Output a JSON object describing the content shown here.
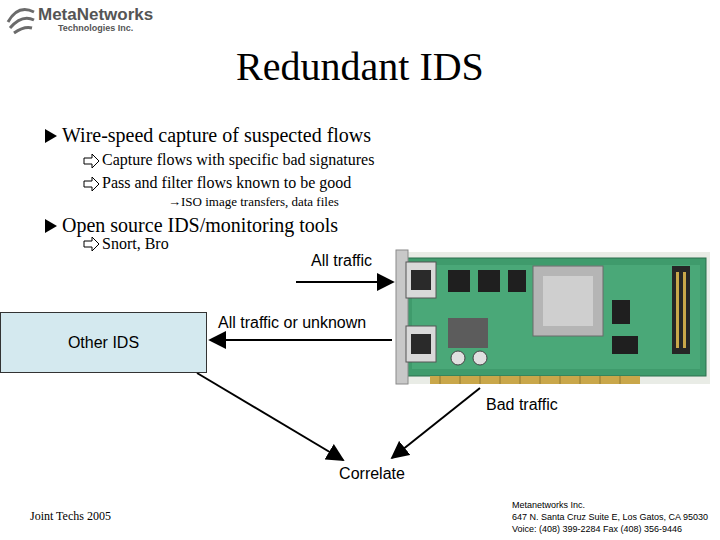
{
  "diagram": {
    "title": "Redundant IDS",
    "nodes": [
      {
        "text": [
          "Other IDS"
        ]
      },
      {
        "text": [
          "Correlate"
        ]
      }
    ],
    "edges": [
      {
        "from": 0,
        "to": 1,
        "arrow": "to"
      }
    ],
    "labels": [
      "MetaNetworks",
      "Technologies Inc.",
      "Wire-speed capture of suspected flows",
      "Capture flows with specific bad signatures",
      "Pass and filter flows known to be good",
      "→ISO image transfers, data files",
      "Open source IDS/monitoring tools",
      "Snort, Bro",
      "All traffic",
      "All traffic or unknown",
      "Bad traffic",
      "Joint Techs 2005",
      "Metanetworks Inc.",
      "647 N. Santa Cruz Suite E, Los Gatos, CA 95030",
      "Voice: (408) 399-2284 Fax (408) 356-9446"
    ]
  }
}
